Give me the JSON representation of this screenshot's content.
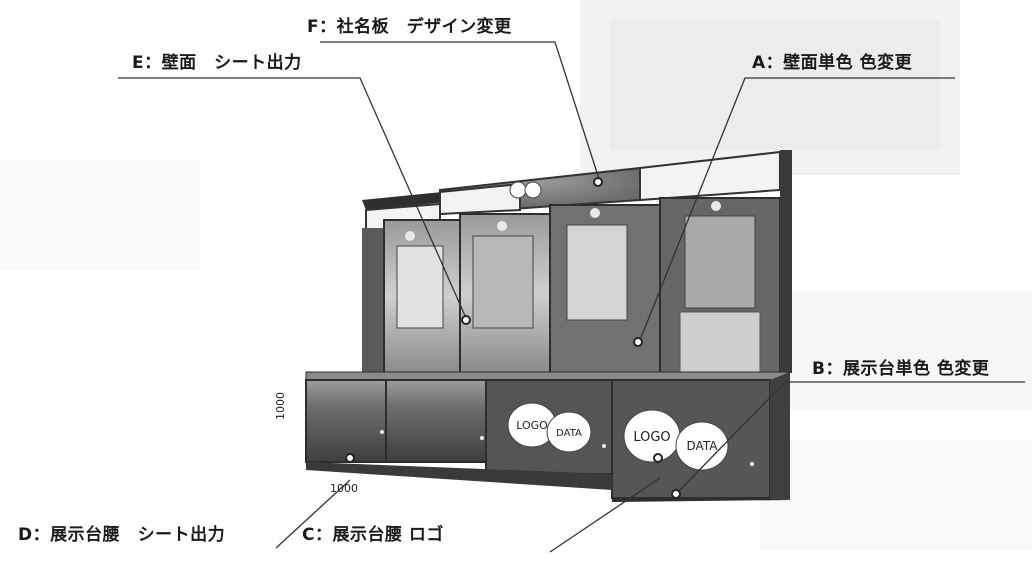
{
  "labels": {
    "F": "F：社名板　デザイン変更",
    "E": "E：壁面　シート出力",
    "A": "A：壁面単色 色変更",
    "B": "B：展示台単色 色変更",
    "D": "D：展示台腰　シート出力",
    "C": "C：展示台腰 ロゴ"
  },
  "logos": {
    "logo": "LOGO",
    "data": "DATA"
  },
  "dimensions": {
    "height": "1000",
    "width": "1000"
  },
  "colors": {
    "wall": "#6e6e6e",
    "counter": "#5a5a5a",
    "frame": "#3a3a3a",
    "line": "#333333"
  }
}
